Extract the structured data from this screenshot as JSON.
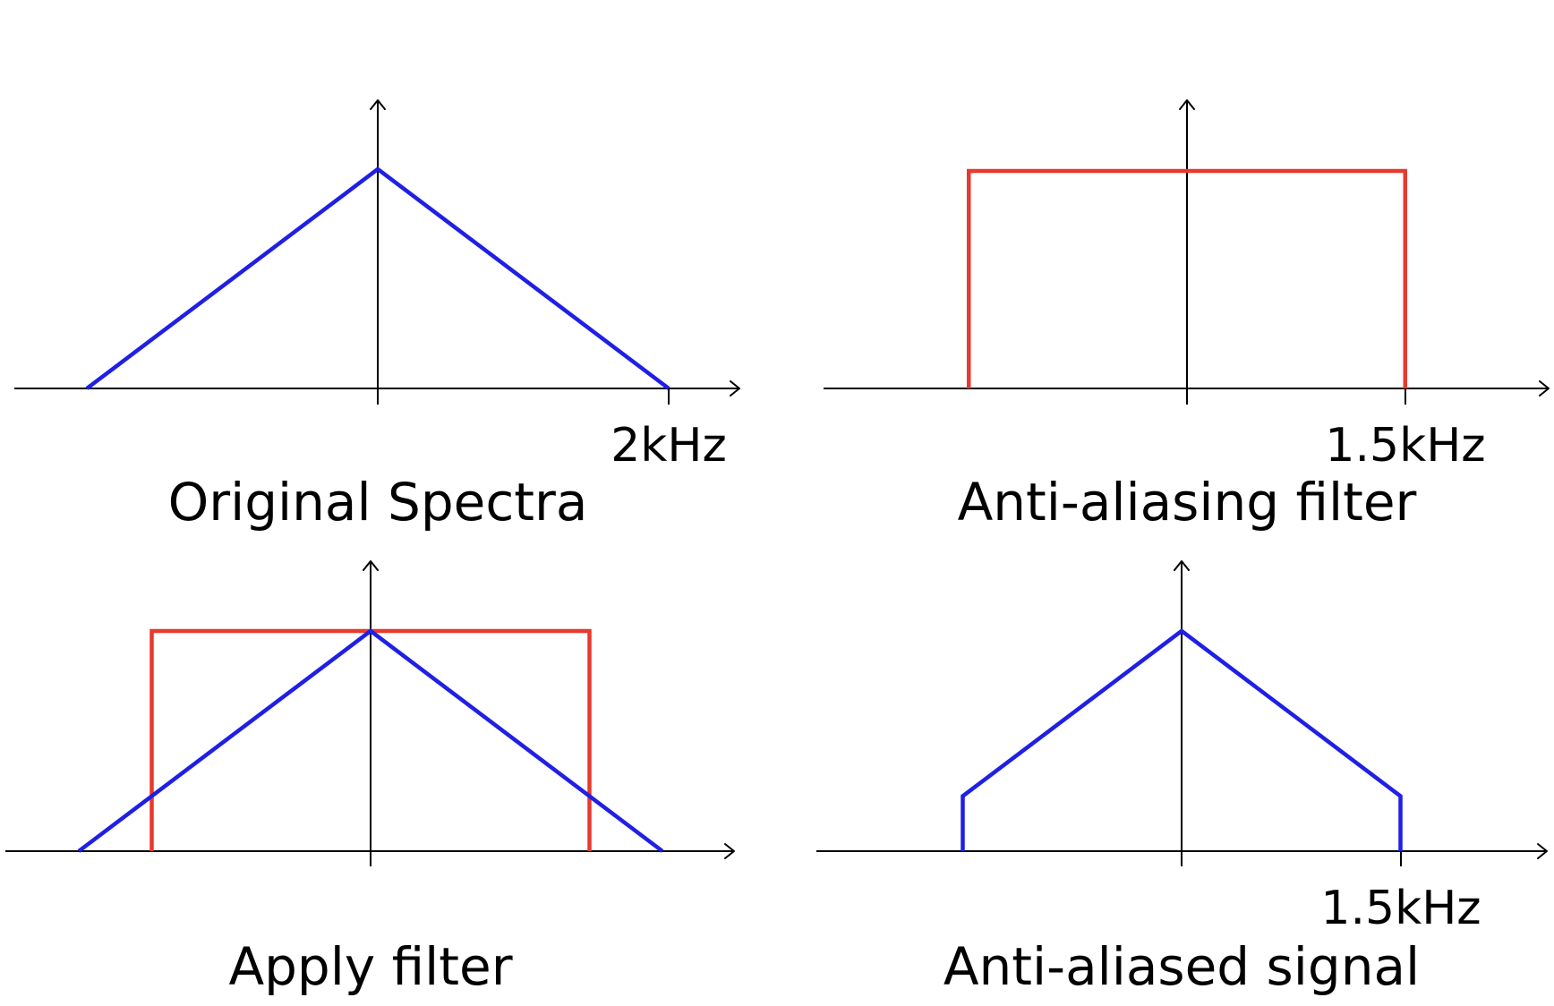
{
  "colors": {
    "spectrum": "#1f1fe6",
    "filter": "#e8392e",
    "axis": "#000000"
  },
  "panels": [
    {
      "caption": "Original Spectra",
      "tick_label": "2kHz",
      "curves": [
        {
          "role": "spectrum",
          "color_key": "spectrum",
          "points": [
            [
              -2,
              0
            ],
            [
              0,
              1
            ],
            [
              2,
              0
            ]
          ]
        }
      ]
    },
    {
      "caption": "Anti-aliasing filter",
      "tick_label": "1.5kHz",
      "curves": [
        {
          "role": "filter",
          "color_key": "filter",
          "points": [
            [
              -1.5,
              0
            ],
            [
              -1.5,
              1
            ],
            [
              1.5,
              1
            ],
            [
              1.5,
              0
            ]
          ]
        }
      ]
    },
    {
      "caption": "Apply filter",
      "tick_label": "",
      "curves": [
        {
          "role": "filter",
          "color_key": "filter",
          "points": [
            [
              -1.5,
              0
            ],
            [
              -1.5,
              1
            ],
            [
              1.5,
              1
            ],
            [
              1.5,
              0
            ]
          ]
        },
        {
          "role": "spectrum",
          "color_key": "spectrum",
          "points": [
            [
              -2,
              0
            ],
            [
              0,
              1
            ],
            [
              2,
              0
            ]
          ]
        }
      ]
    },
    {
      "caption": "Anti-aliased signal",
      "tick_label": "1.5kHz",
      "curves": [
        {
          "role": "spectrum",
          "color_key": "spectrum",
          "points": [
            [
              -1.5,
              0
            ],
            [
              -1.5,
              0.25
            ],
            [
              0,
              1
            ],
            [
              1.5,
              0.25
            ],
            [
              1.5,
              0
            ]
          ]
        }
      ]
    }
  ]
}
